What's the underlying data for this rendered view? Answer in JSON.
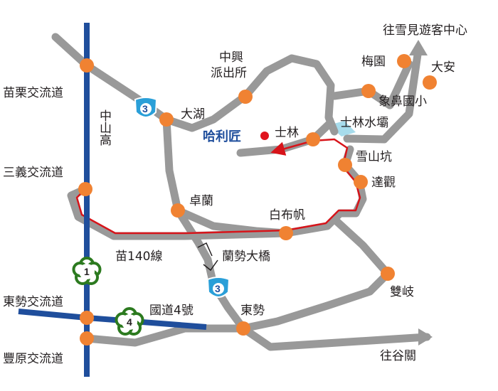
{
  "colors": {
    "road": "#999999",
    "freeway": "#1f4e9c",
    "route": "#d7141a",
    "node": "#f08232",
    "destination": "#e0141e",
    "destination_text": "#1f4e9c",
    "freeway_shield": "#2a9fd8",
    "provincial_shield": "#2c7a1f",
    "river": "#a7dcec"
  },
  "destination": {
    "label": "哈利匠",
    "icon": "red-dot"
  },
  "places": {
    "miaoli_ic": "苗栗交流道",
    "sanyi_ic": "三義交流道",
    "dongshi_ic": "東勢交流道",
    "fengyuan_ic": "豐原交流道",
    "zhongshan_highway": "中山高",
    "dahu": "大湖",
    "police": [
      "中興",
      "派出所"
    ],
    "shilin": "士林",
    "meiyuan": "梅園",
    "daan": "大安",
    "xiangbi_school": "象鼻國小",
    "shilin_dam": "士林水壩",
    "xueshankeng": "雪山坑",
    "daguan": "達觀",
    "zhuolan": "卓蘭",
    "baibufan": "白布帆",
    "miao140": "苗140線",
    "lanshi_bridge": "蘭勢大橋",
    "shuangqi": "雙岐",
    "dongshi": "東勢",
    "national4": "國道4號",
    "to_xuejian": "往雪見遊客中心",
    "to_guguan": "往谷關"
  },
  "shields": {
    "freeway_3_top": "3",
    "freeway_3_bottom": "3",
    "provincial_1": "1",
    "provincial_4": "4"
  }
}
